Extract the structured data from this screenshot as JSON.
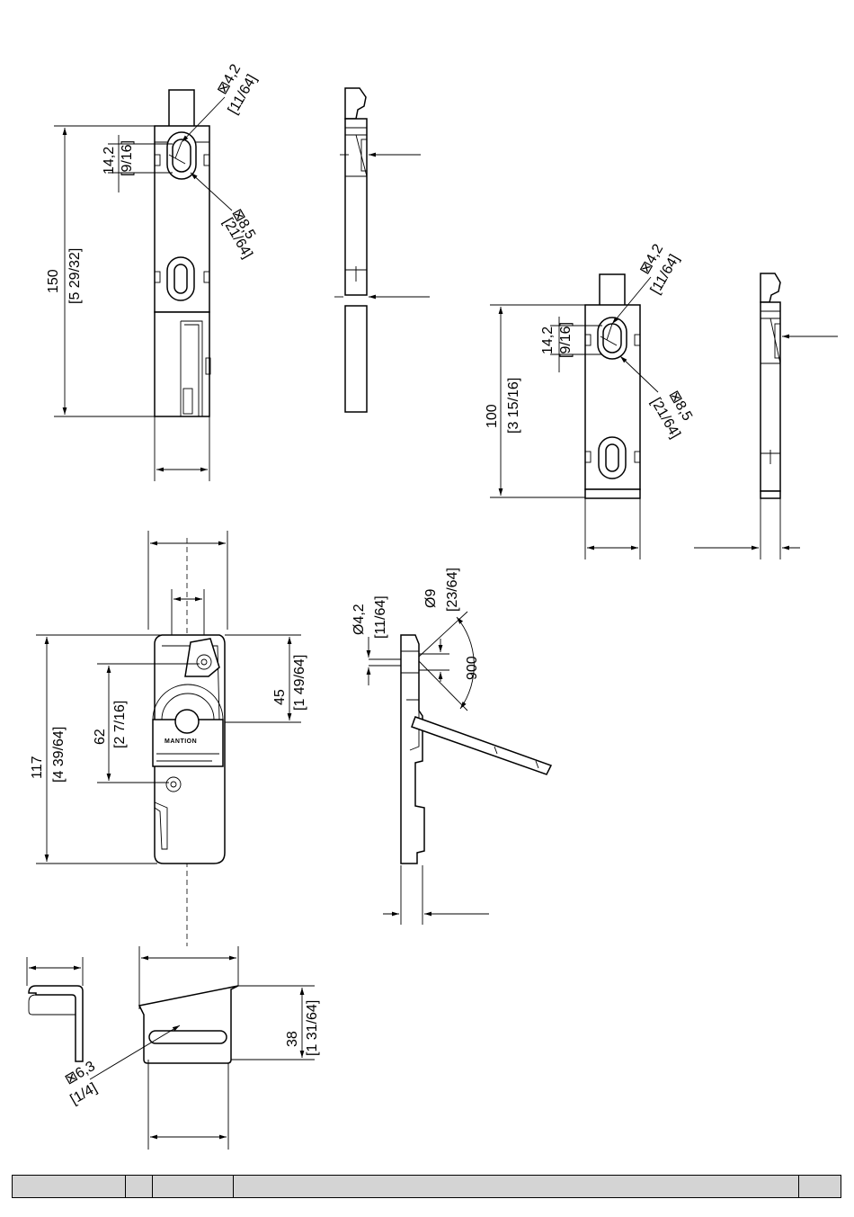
{
  "dimensions": {
    "v150": {
      "mm": "150",
      "inch": "[5 29/32]"
    },
    "v150_pitch": {
      "mm": "14,2",
      "inch": "[9/16]"
    },
    "v150_small_slot": {
      "mm": "⊠4,2",
      "inch": "[11/64]"
    },
    "v150_big_slot": {
      "mm": "⊠8,5",
      "inch": "[21/64]"
    },
    "v100": {
      "mm": "100",
      "inch": "[3 15/16]"
    },
    "v100_pitch": {
      "mm": "14,2",
      "inch": "[9/16]"
    },
    "v100_small_slot": {
      "mm": "⊠4,2",
      "inch": "[11/64]"
    },
    "v100_big_slot": {
      "mm": "⊠8,5",
      "inch": "[21/64]"
    },
    "front_height": {
      "mm": "117",
      "inch": "[4 39/64]"
    },
    "front_mid": {
      "mm": "62",
      "inch": "[2 7/16]"
    },
    "front_top": {
      "mm": "45",
      "inch": "[1 49/64]"
    },
    "side_hole": {
      "mm": "Ø4,2",
      "inch": "[11/64]"
    },
    "side_pin": {
      "mm": "Ø9",
      "inch": "[23/64]"
    },
    "side_angle": {
      "value": "900"
    },
    "bracket_height": {
      "mm": "38",
      "inch": "[1 31/64]"
    },
    "bracket_slot": {
      "mm": "⊠6,3",
      "inch": "[1/4]"
    }
  },
  "brand_label": "MANTION",
  "title_block": {
    "cells": [
      "",
      "",
      "",
      "",
      ""
    ]
  }
}
